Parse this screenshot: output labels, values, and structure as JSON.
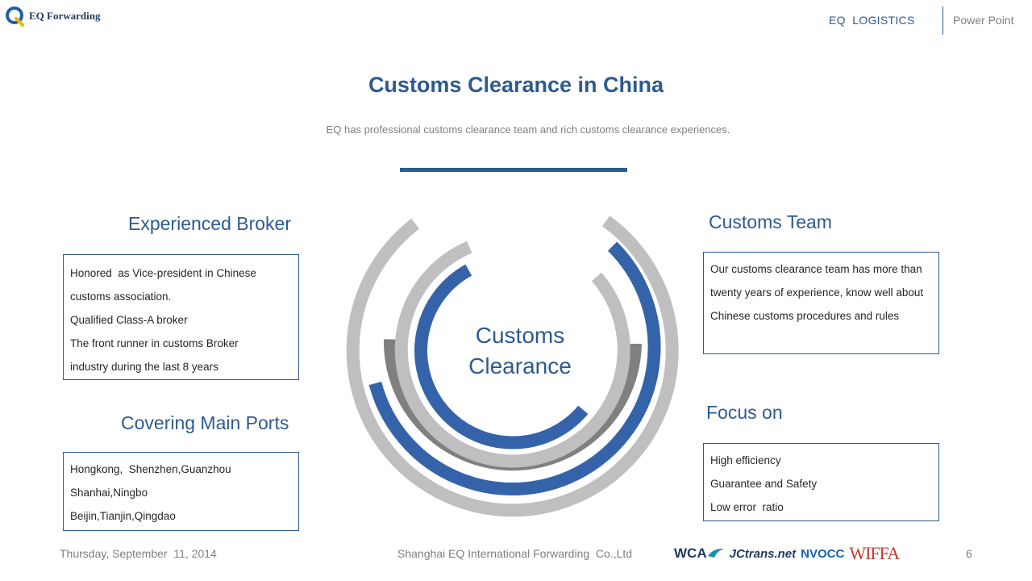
{
  "header": {
    "logo_text": "EQ Forwarding",
    "right_label_1": "EQ  LOGISTICS",
    "right_label_2": "Power Point"
  },
  "slide": {
    "title": "Customs Clearance in China",
    "subtitle": "EQ has professional customs clearance team and rich customs clearance experiences.",
    "center_label_line1": "Customs",
    "center_label_line2": "Clearance"
  },
  "sections": {
    "broker": {
      "heading": "Experienced Broker",
      "lines": [
        "Honored  as Vice-president in Chinese",
        "customs association.",
        "Qualified Class-A broker",
        "The front runner in customs Broker",
        "industry during the last 8 years"
      ]
    },
    "ports": {
      "heading": "Covering Main Ports",
      "lines": [
        "Hongkong,  Shenzhen,Guanzhou",
        "Shanhai,Ningbo",
        "Beijin,Tianjin,Qingdao"
      ]
    },
    "team": {
      "heading": "Customs Team",
      "text": "Our customs clearance team has more than twenty years of experience, know well about Chinese customs procedures and rules"
    },
    "focus": {
      "heading": "Focus on",
      "lines": [
        "High efficiency",
        "Guarantee and Safety",
        "Low error  ratio"
      ]
    }
  },
  "footer": {
    "date": "Thursday, September  11, 2014",
    "company": "Shanghai EQ International Forwarding  Co.,Ltd",
    "page_number": "6",
    "partner_logos": [
      "WCA",
      "JCtrans.net",
      "NVOCC",
      "WIFFA"
    ]
  },
  "colors": {
    "brand_blue": "#2e5a92",
    "ring_blue": "#3563a9",
    "ring_gray_light": "#bfbfbf",
    "ring_gray_dark": "#808080",
    "text_gray": "#7f7f7f"
  }
}
